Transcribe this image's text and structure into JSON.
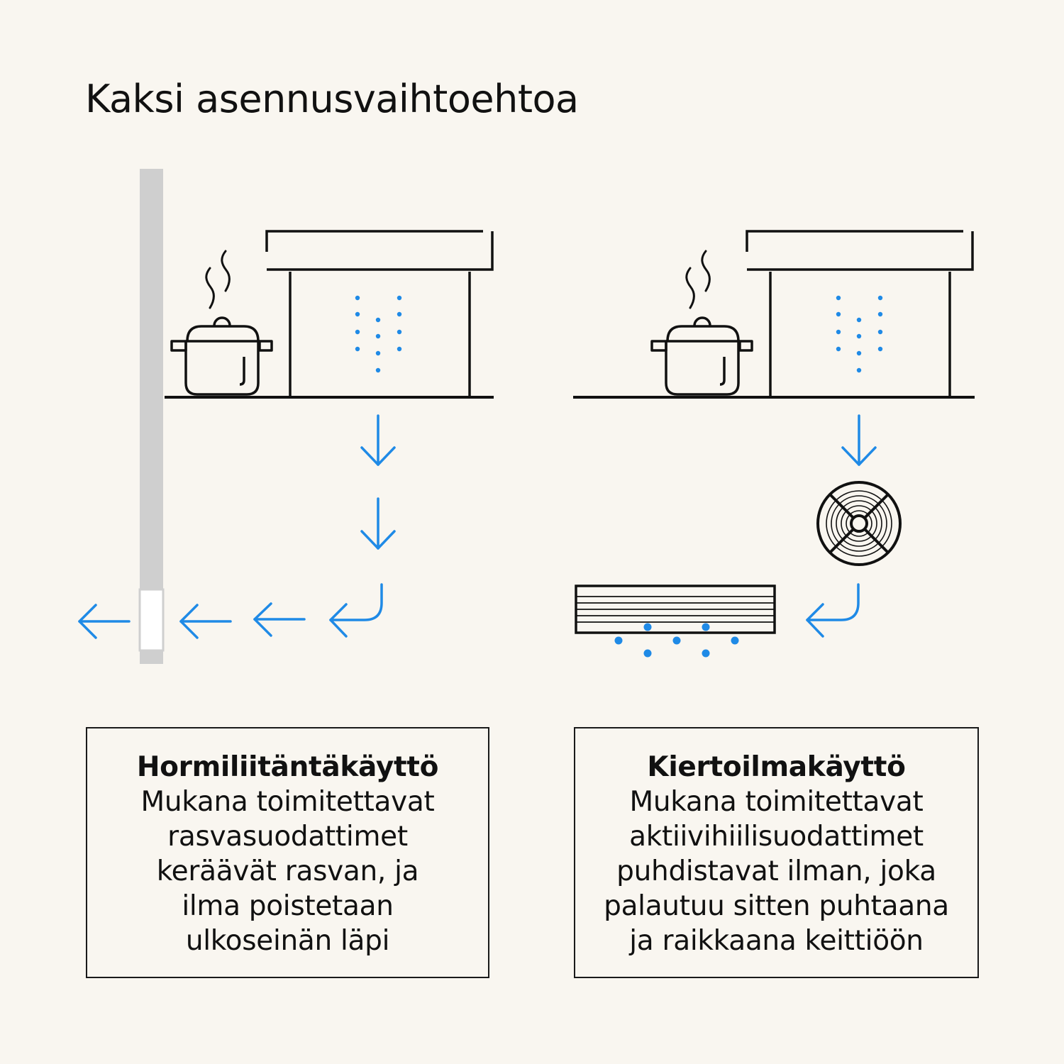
{
  "title": "Kaksi asennusvaihtoehtoa",
  "colors": {
    "background": "#f9f6f0",
    "ink": "#111111",
    "airflow_blue": "#1f8ae6",
    "wall_gray": "#cfcfcf"
  },
  "diagrams": {
    "left": {
      "icons": [
        "steam-icon",
        "pot-icon",
        "hood-icon",
        "countertop",
        "exterior-wall",
        "arrow-down-icon",
        "arrow-left-icon"
      ]
    },
    "right": {
      "icons": [
        "steam-icon",
        "pot-icon",
        "hood-icon",
        "countertop",
        "fan-icon",
        "filter-vent-icon",
        "arrow-down-icon",
        "arrow-left-icon"
      ]
    }
  },
  "panels": {
    "left": {
      "heading": "Hormiliitäntäkäyttö",
      "lines": [
        "Mukana toimitettavat",
        "rasvasuodattimet",
        "keräävät rasvan, ja",
        "ilma poistetaan",
        "ulkoseinän läpi"
      ]
    },
    "right": {
      "heading": "Kiertoilmakäyttö",
      "lines": [
        "Mukana toimitettavat",
        "aktiivihiilisuodattimet",
        "puhdistavat ilman, joka",
        "palautuu sitten puhtaana",
        "ja raikkaana keittiöön"
      ]
    }
  }
}
